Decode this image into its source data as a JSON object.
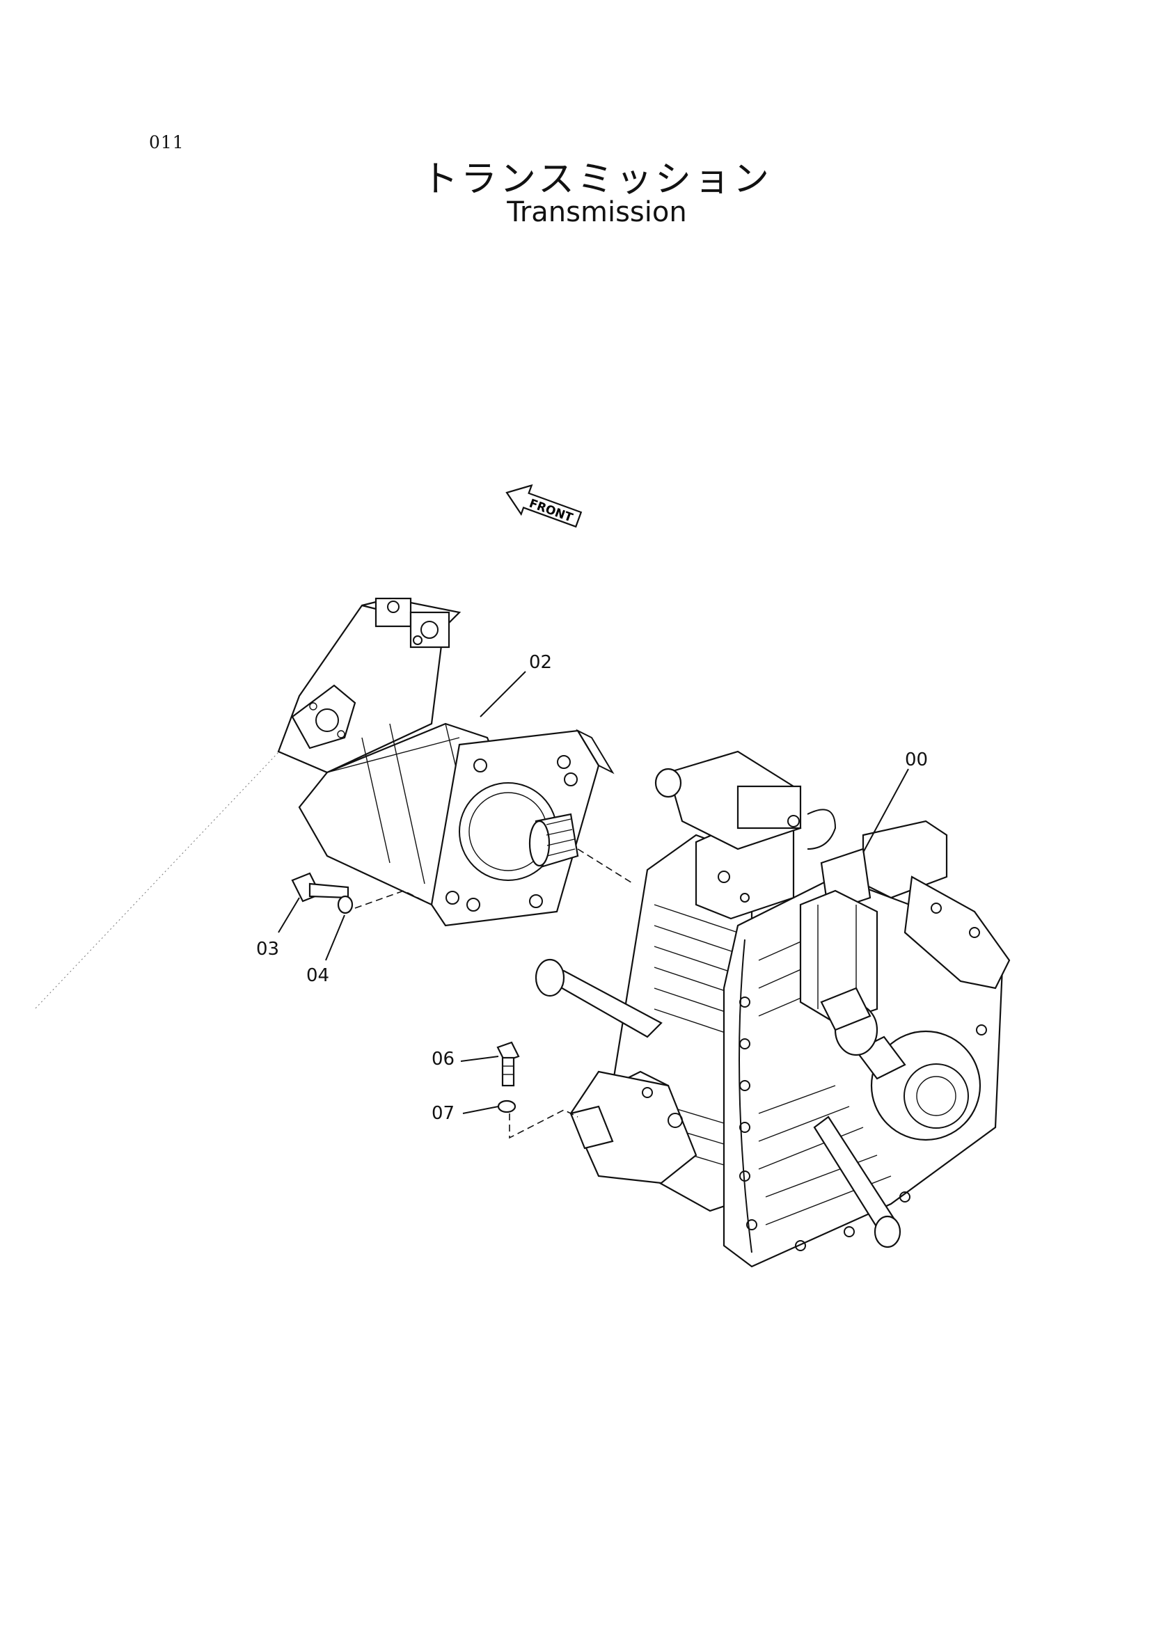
{
  "page_number": "011",
  "title_jp": "トランスミッション",
  "title_en": "Transmission",
  "front_label": "FRONT",
  "callouts": {
    "c00": "00",
    "c02": "02",
    "c03": "03",
    "c04": "04",
    "c06": "06",
    "c07": "07"
  }
}
